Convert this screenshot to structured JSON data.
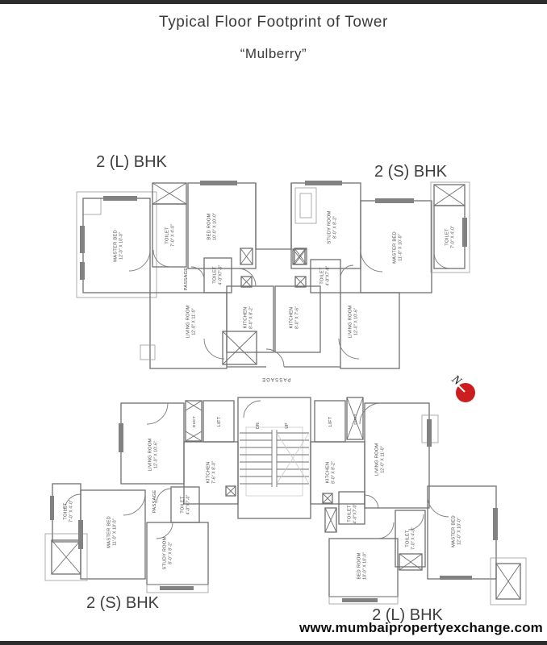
{
  "header": {
    "title": "Typical Floor Footprint of Tower",
    "subtitle": "“Mulberry”"
  },
  "footer": {
    "watermark": "www.mumbaipropertyexchange.com"
  },
  "compass": {
    "north": "N"
  },
  "colors": {
    "compass_red": "#cc1e1e",
    "wall_gray": "#6f6f6f",
    "text_gray": "#4a4a4a"
  },
  "core": {
    "passage": "PASSAGE",
    "duct_left": "DUCT",
    "lift_left": "LIFT",
    "stair_down": "DN",
    "stair_up": "UP",
    "lift_right": "LIFT",
    "duct_right": "DUCT"
  },
  "units": {
    "top_left": {
      "type_label": "2 (L) BHK",
      "rooms": {
        "master_bed": {
          "name": "MASTER BED",
          "dim": "12'-0\" X 10'-0\""
        },
        "toilet_main": {
          "name": "TOILET",
          "dim": "7'-0\" X 4'-0\""
        },
        "bed_room": {
          "name": "BED ROOM",
          "dim": "10'-0\" X 10'-0\""
        },
        "passage": {
          "name": "PASSAGE"
        },
        "toilet_small": {
          "name": "TOILET",
          "dim": "4'-0\"X7'-0\""
        },
        "living_room": {
          "name": "LIVING ROOM",
          "dim": "12'-0\" X 11'-0\""
        },
        "kitchen": {
          "name": "KITCHEN",
          "dim": "8'-0\" X 8'-2\""
        }
      }
    },
    "top_right": {
      "type_label": "2 (S) BHK",
      "rooms": {
        "study_room": {
          "name": "STUDY ROOM",
          "dim": "8'-0\" X 8'-2\""
        },
        "master_bed": {
          "name": "MASTER BED",
          "dim": "11'-0\" X 10'-0\""
        },
        "toilet_main": {
          "name": "TOILET",
          "dim": "7'-0\" X 4'-0\""
        },
        "toilet_small": {
          "name": "TOILET",
          "dim": "4'-0\"X7'-0\""
        },
        "kitchen": {
          "name": "KITCHEN",
          "dim": "8'-0\" X 7'-6\""
        },
        "living_room": {
          "name": "LIVING ROOM",
          "dim": "12'-0\" X 10'-6\""
        }
      }
    },
    "bottom_left": {
      "type_label": "2 (S) BHK",
      "rooms": {
        "living_room": {
          "name": "LIVING ROOM",
          "dim": "12'-0\" X 10'-6\""
        },
        "kitchen": {
          "name": "KITCHEN",
          "dim": "7'-6\" X 8'-0\""
        },
        "passage": {
          "name": "PASSAGE"
        },
        "master_bed": {
          "name": "MASTER BED",
          "dim": "11'-0\" X 10'-0\""
        },
        "toilet_main": {
          "name": "TOILET",
          "dim": "7'-0\" X 4'-0\""
        },
        "toilet_small": {
          "name": "TOILET",
          "dim": "4'-0\"X7'-0\""
        },
        "study_room": {
          "name": "STUDY ROOM",
          "dim": "8'-0\" X 8'-2\""
        }
      }
    },
    "bottom_right": {
      "type_label": "2 (L) BHK",
      "rooms": {
        "living_room": {
          "name": "LIVING ROOM",
          "dim": "12'-0\" X 11'-0\""
        },
        "kitchen": {
          "name": "KITCHEN",
          "dim": "8'-0\" X 8'-2\""
        },
        "toilet_small": {
          "name": "TOILET",
          "dim": "4'-0\"X7'-0\""
        },
        "toilet_main": {
          "name": "TOILET",
          "dim": "7'-0\" X 4'-0\""
        },
        "master_bed": {
          "name": "MASTER BED",
          "dim": "12'-0\" X 10'-0\""
        },
        "bed_room": {
          "name": "BED ROOM",
          "dim": "10'-0\" X 10'-0\""
        }
      }
    }
  }
}
